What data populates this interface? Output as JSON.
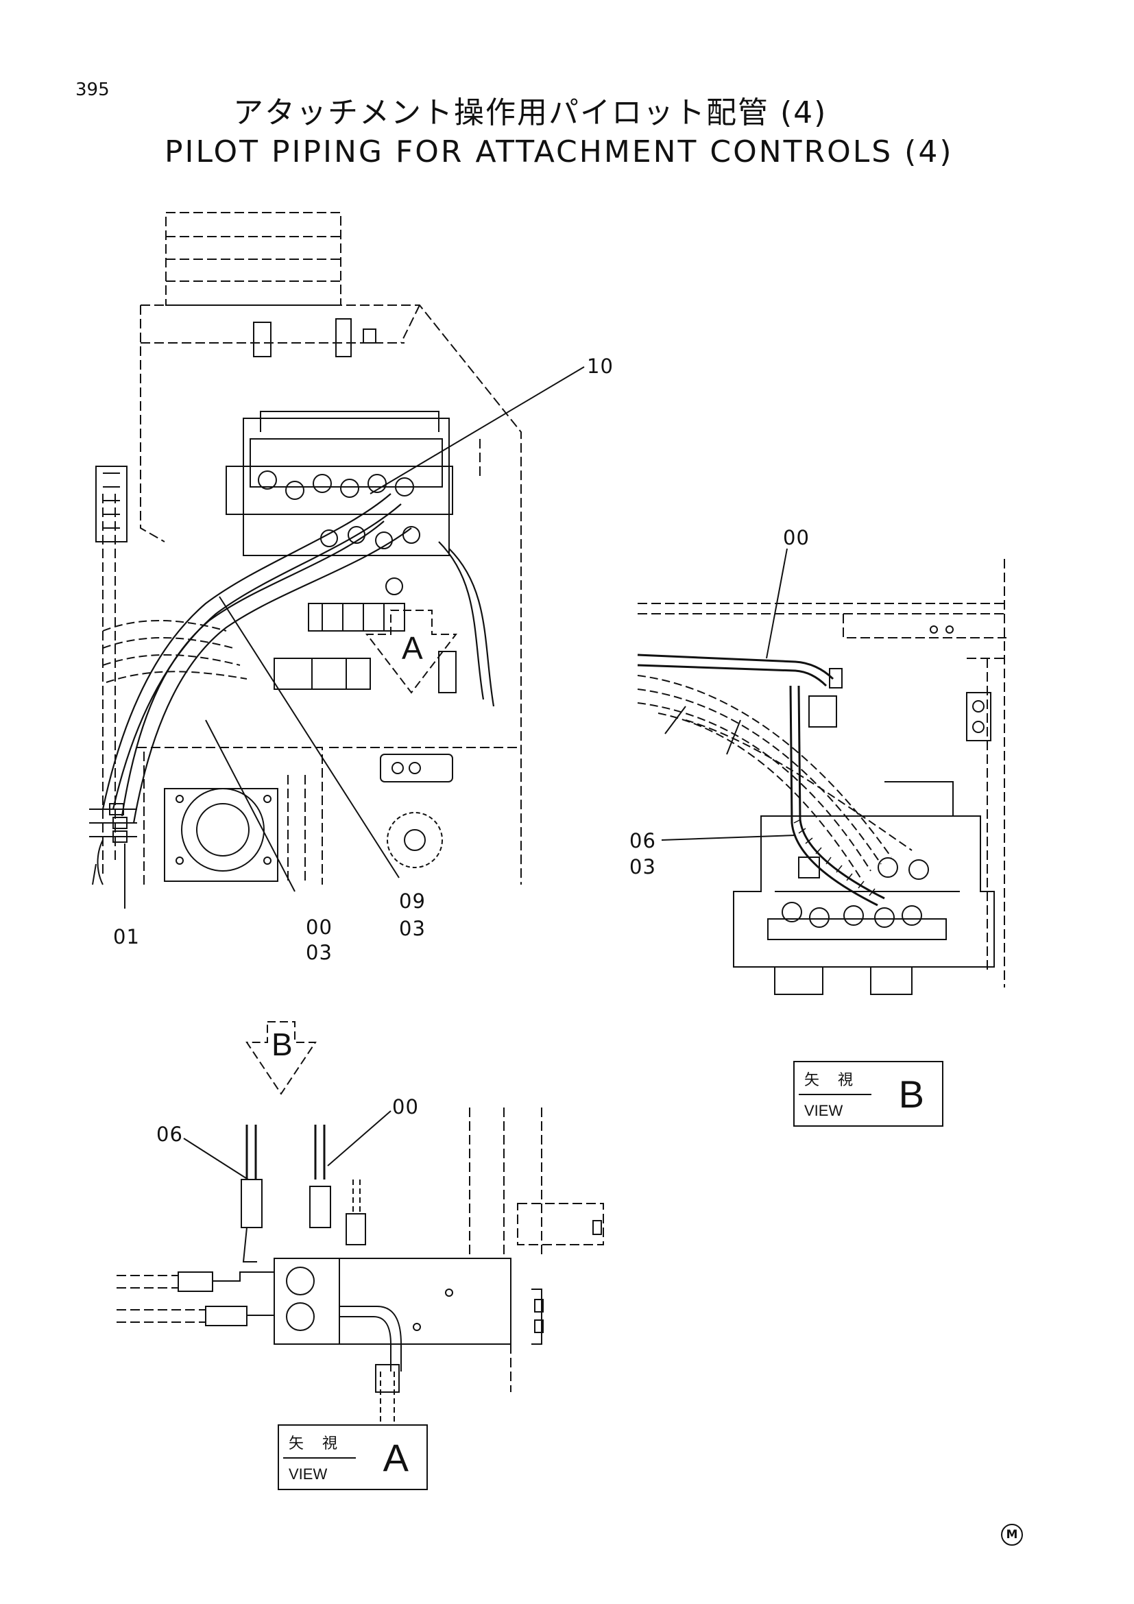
{
  "page_number": "395",
  "title_jp": "アタッチメント操作用パイロット配管 (4)",
  "title_en": "PILOT PIPING FOR ATTACHMENT CONTROLS (4)",
  "main_view": {
    "callouts": [
      {
        "id": "c10",
        "text": "10"
      },
      {
        "id": "c01",
        "text": "01"
      },
      {
        "id": "c00a",
        "text": "00"
      },
      {
        "id": "c03a",
        "text": "03"
      },
      {
        "id": "c09",
        "text": "09"
      },
      {
        "id": "c03b",
        "text": "03"
      }
    ],
    "arrow_a_label": "A"
  },
  "view_b_detail": {
    "callouts": [
      {
        "id": "c00b",
        "text": "00"
      },
      {
        "id": "c06a",
        "text": "06"
      },
      {
        "id": "c03c",
        "text": "03"
      }
    ],
    "label_box": {
      "jp": "矢 視",
      "en": "VIEW",
      "letter": "B"
    }
  },
  "view_a_detail": {
    "arrow_b_label": "B",
    "callouts": [
      {
        "id": "c06b",
        "text": "06"
      },
      {
        "id": "c00c",
        "text": "00"
      }
    ],
    "label_box": {
      "jp": "矢 視",
      "en": "VIEW",
      "letter": "A"
    }
  },
  "corner_mark": "M"
}
